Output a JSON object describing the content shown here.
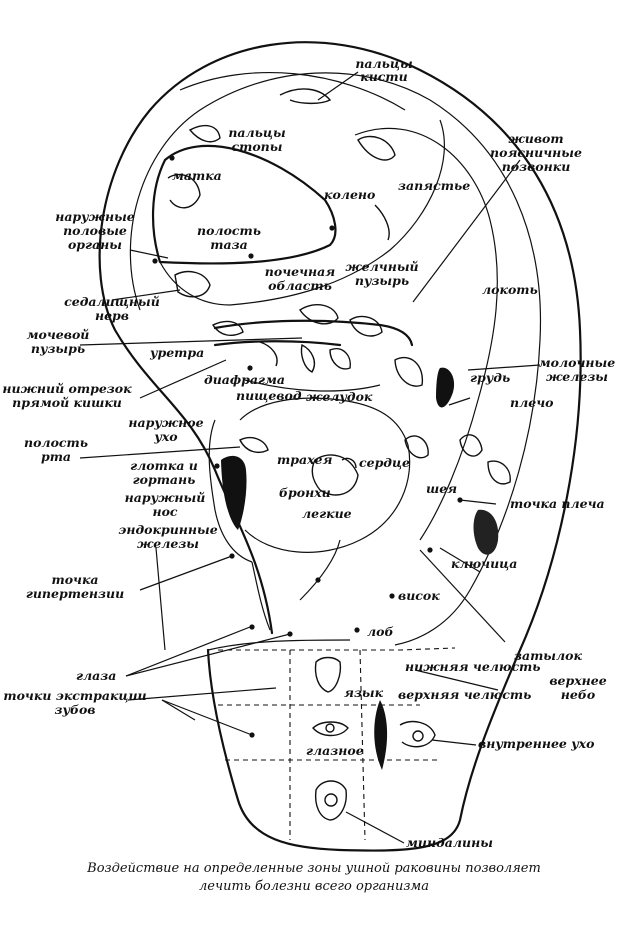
{
  "labels": {
    "paltsy_kisti": [
      "пальцы",
      "кисти"
    ],
    "paltsy_stopy": [
      "пальцы",
      "стопы"
    ],
    "zhivot": [
      "живот",
      "поясничные",
      "позвонки"
    ],
    "matka": "матка",
    "zapyastye": "запястье",
    "koleno": "колено",
    "naruzhnye_polovye": [
      "наружные",
      "половые",
      "органы"
    ],
    "polost_taza": [
      "полость",
      "таза"
    ],
    "pochechnaya": [
      "почечная",
      "область"
    ],
    "zhelchny": [
      "желчный",
      "пузырь"
    ],
    "sedalishchny": [
      "седалищный",
      "нерв"
    ],
    "lokot": "локоть",
    "mochevoy": [
      "мочевой",
      "пузырь"
    ],
    "uretra": "уретра",
    "molochnye": [
      "молочные",
      "железы"
    ],
    "nizhny_otrezok": [
      "нижний отрезок",
      "прямой кишки"
    ],
    "diafragma": "диафрагма",
    "grud": "грудь",
    "pishchevod": "пищевод",
    "zheludok": "желудок",
    "plecho": "плечо",
    "naruzhnoe_ukho": [
      "наружное",
      "ухо"
    ],
    "polost_rta": [
      "полость",
      "рта"
    ],
    "trakheya": "трахея",
    "serdtse": "сердце",
    "glotka": [
      "глотка и",
      "гортань"
    ],
    "bronkhi": "бронхи",
    "sheya": "шея",
    "tochka_plecha": "точка плеча",
    "naruzhny_nos": [
      "наружный",
      "нос"
    ],
    "legkie": "легкие",
    "endokrinnye": [
      "эндокринные",
      "железы"
    ],
    "klyuchitsa": "ключица",
    "tochka_gipertenzii": [
      "точка",
      "гипертензии"
    ],
    "visok": "висок",
    "lob": "лоб",
    "zatylok": "затылок",
    "glaza": "глаза",
    "nizhnyaya_chelyust": "нижняя челюсть",
    "tochki_ekstraktsii": [
      "точки экстракции",
      "зубов"
    ],
    "yazyk": "язык",
    "verkhnyaya_chelyust": "верхняя челюсть",
    "verkhnee_nebo": [
      "верхнее",
      "небо"
    ],
    "glaznoe": "глазное",
    "vnutrennee_ukho": "внутреннее ухо",
    "mindaliny": "миндалины"
  },
  "caption": [
    "Воздействие на определенные зоны ушной раковины позволяет",
    "лечить болезни всего организма"
  ]
}
